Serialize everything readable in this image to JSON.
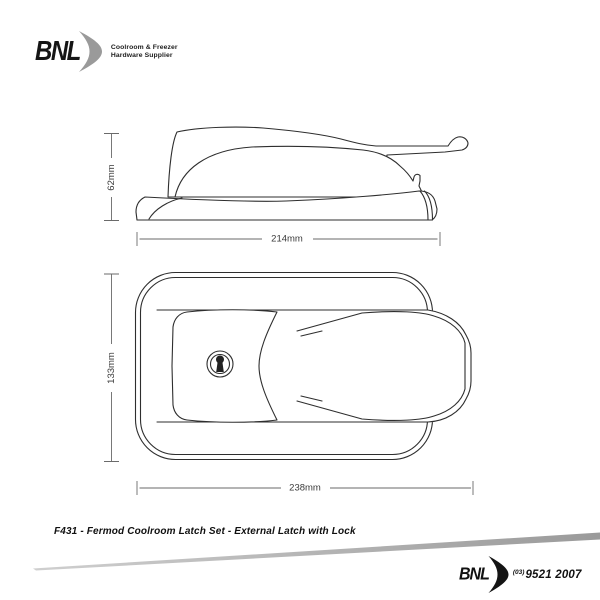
{
  "header": {
    "logo_text": "BNL",
    "tagline_line1": "Coolroom & Freezer",
    "tagline_line2": "Hardware Supplier"
  },
  "drawings": {
    "side_view": {
      "height_dim": "62mm",
      "width_dim": "214mm"
    },
    "top_view": {
      "height_dim": "133mm",
      "width_dim": "238mm"
    }
  },
  "caption": {
    "text": "F431 - Fermod Coolroom Latch Set - External Latch with Lock"
  },
  "footer": {
    "logo_text": "BNL",
    "phone_area_code": "(03)",
    "phone_number": "9521 2007"
  },
  "colors": {
    "line": "#2e2e2e",
    "dimension": "#6a6a6a",
    "swoosh": "#a6a6a6",
    "crescent_gray": "#9a9a9a",
    "crescent_black": "#141414"
  }
}
